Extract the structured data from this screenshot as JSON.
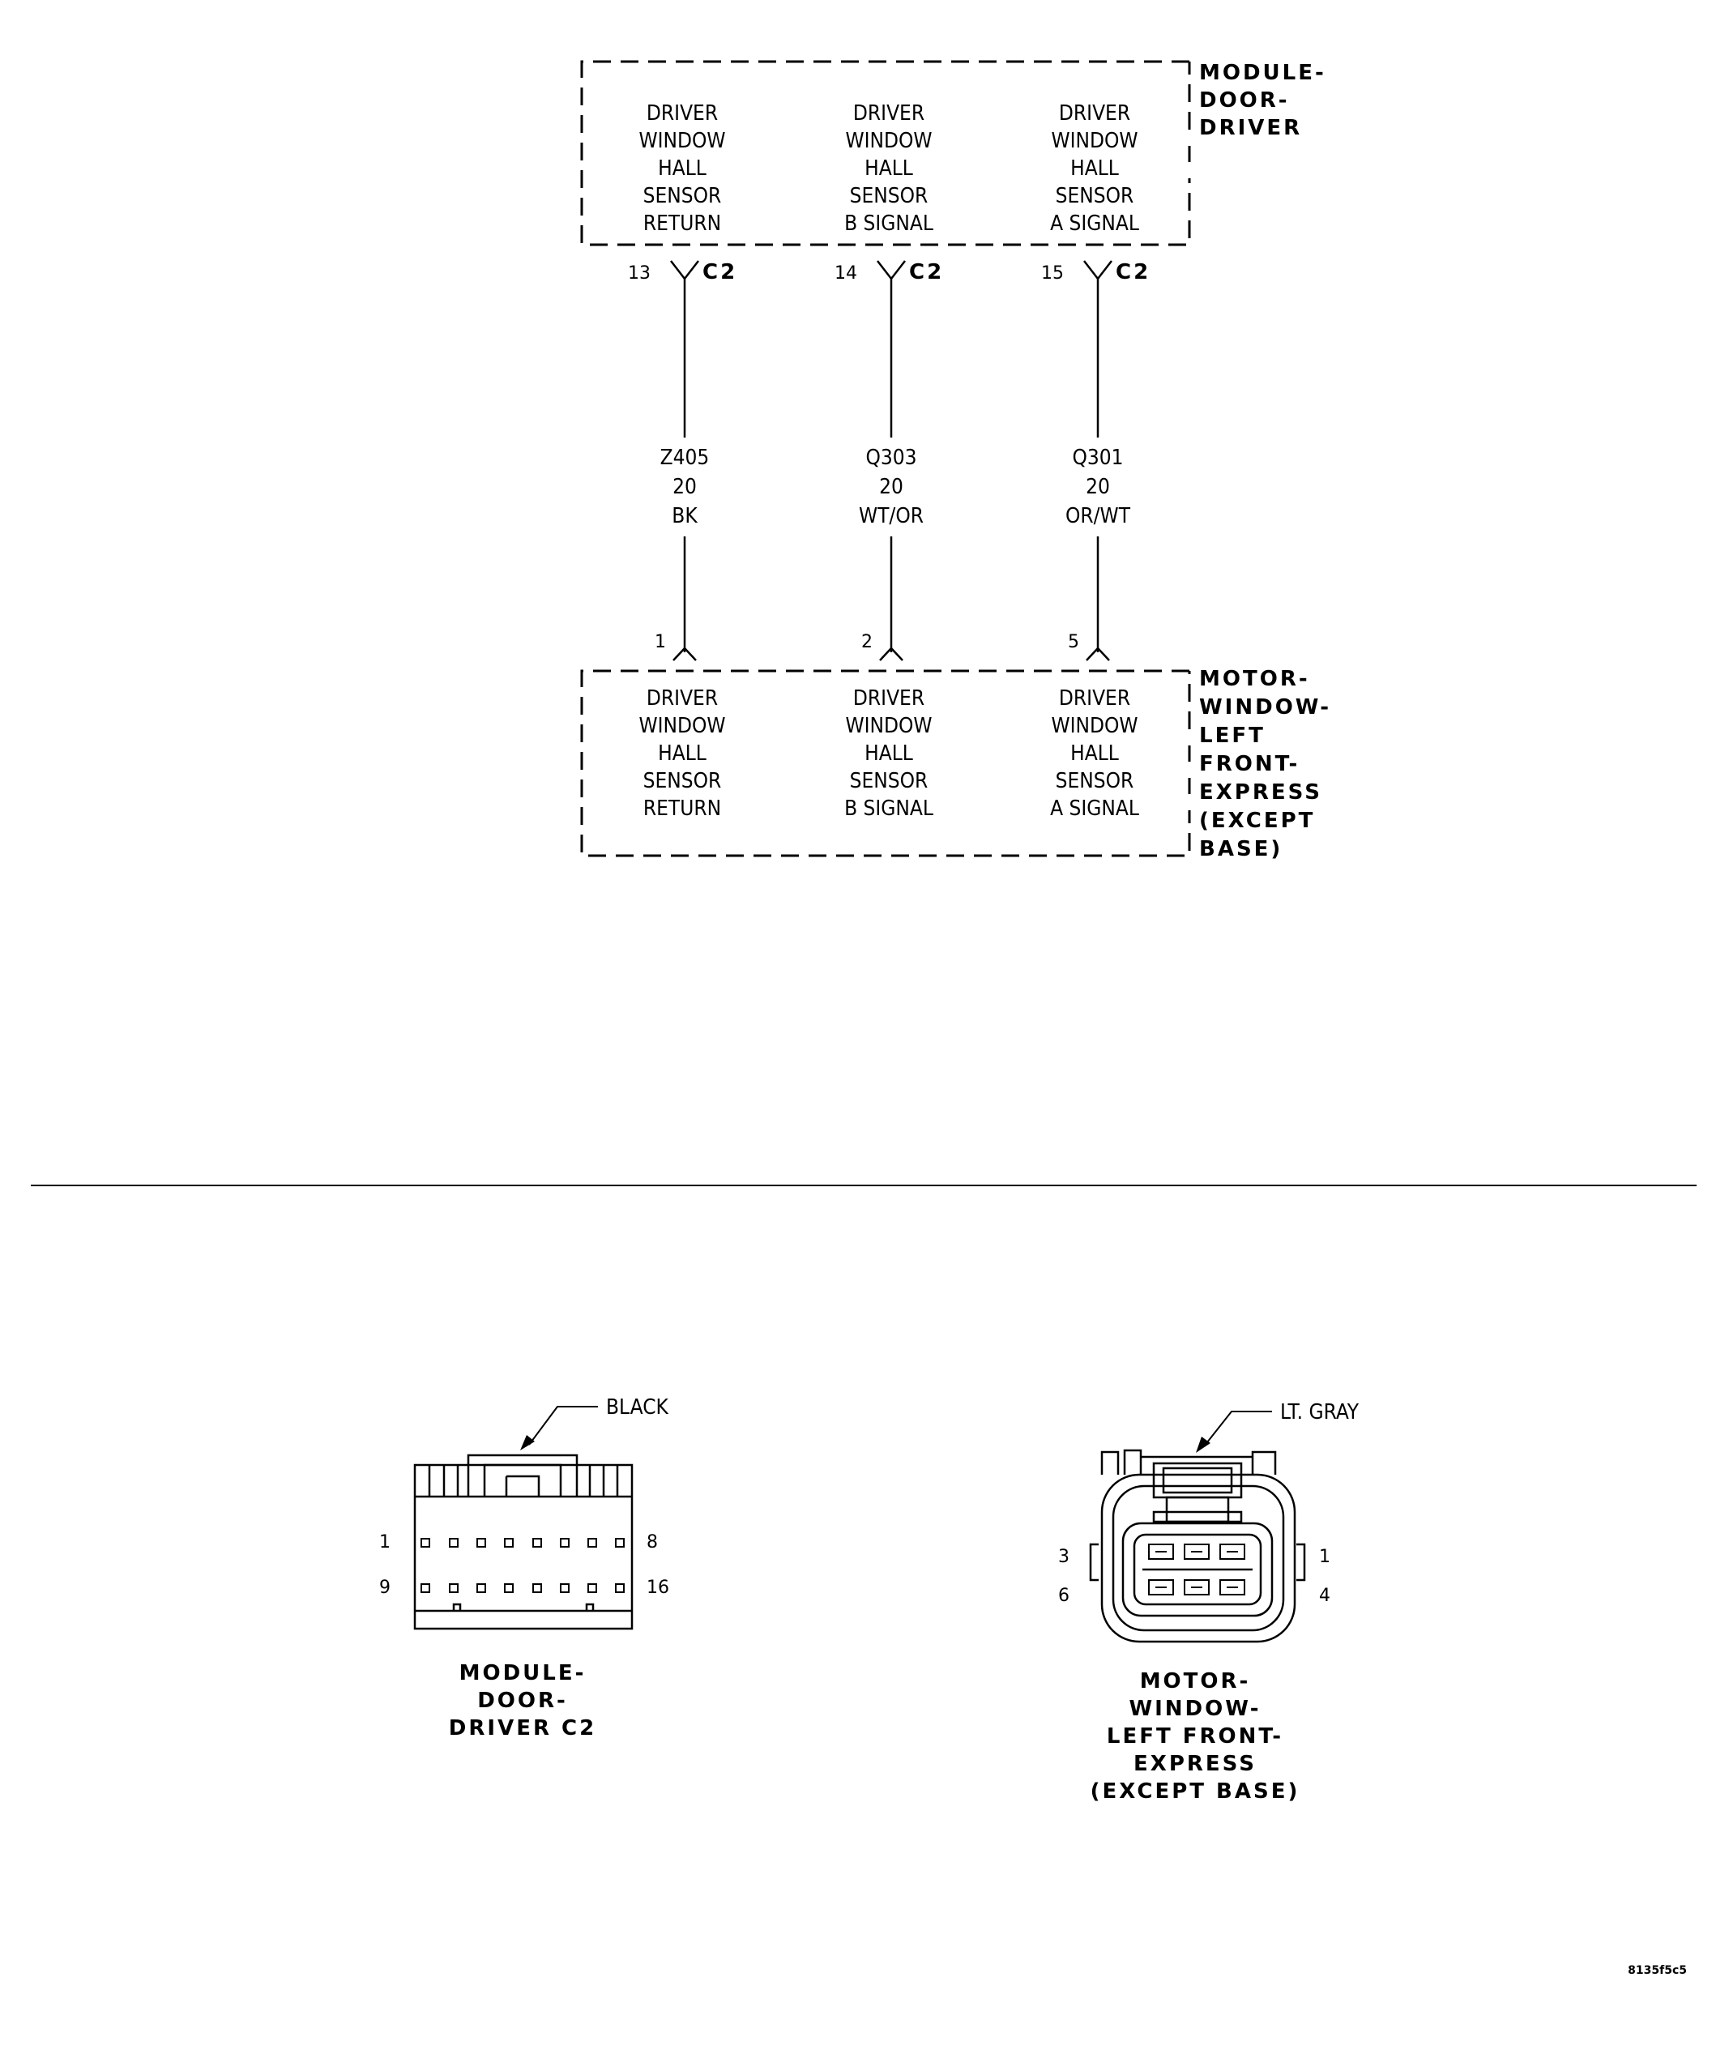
{
  "schematic": {
    "top_component": {
      "name_lines": [
        "MODULE-",
        "DOOR-",
        "DRIVER"
      ],
      "circuits": [
        {
          "lines": [
            "DRIVER",
            "WINDOW",
            "HALL",
            "SENSOR",
            "RETURN"
          ]
        },
        {
          "lines": [
            "DRIVER",
            "WINDOW",
            "HALL",
            "SENSOR",
            "B SIGNAL"
          ]
        },
        {
          "lines": [
            "DRIVER",
            "WINDOW",
            "HALL",
            "SENSOR",
            "A SIGNAL"
          ]
        }
      ]
    },
    "wires": [
      {
        "top_pin": "13",
        "connector": "C2",
        "circuit": "Z405",
        "gauge": "20",
        "color": "BK",
        "bottom_pin": "1"
      },
      {
        "top_pin": "14",
        "connector": "C2",
        "circuit": "Q303",
        "gauge": "20",
        "color": "WT/OR",
        "bottom_pin": "2"
      },
      {
        "top_pin": "15",
        "connector": "C2",
        "circuit": "Q301",
        "gauge": "20",
        "color": "OR/WT",
        "bottom_pin": "5"
      }
    ],
    "bottom_component": {
      "name_lines": [
        "MOTOR-",
        "WINDOW-",
        "LEFT",
        "FRONT-",
        "EXPRESS",
        "(EXCEPT",
        "BASE)"
      ],
      "circuits": [
        {
          "lines": [
            "DRIVER",
            "WINDOW",
            "HALL",
            "SENSOR",
            "RETURN"
          ]
        },
        {
          "lines": [
            "DRIVER",
            "WINDOW",
            "HALL",
            "SENSOR",
            "B SIGNAL"
          ]
        },
        {
          "lines": [
            "DRIVER",
            "WINDOW",
            "HALL",
            "SENSOR",
            "A SIGNAL"
          ]
        }
      ]
    }
  },
  "connector_views": {
    "left": {
      "color_callout": "BLACK",
      "pin_labels": {
        "top_left": "1",
        "top_right": "8",
        "bottom_left": "9",
        "bottom_right": "16"
      },
      "name_lines": [
        "MODULE-",
        "DOOR-",
        "DRIVER C2"
      ]
    },
    "right": {
      "color_callout": "LT. GRAY",
      "pin_labels": {
        "top_left": "3",
        "top_right": "1",
        "bottom_left": "6",
        "bottom_right": "4"
      },
      "name_lines": [
        "MOTOR-",
        "WINDOW-",
        "LEFT FRONT-",
        "EXPRESS",
        "(EXCEPT BASE)"
      ]
    }
  },
  "figure_id": "8135f5c5"
}
